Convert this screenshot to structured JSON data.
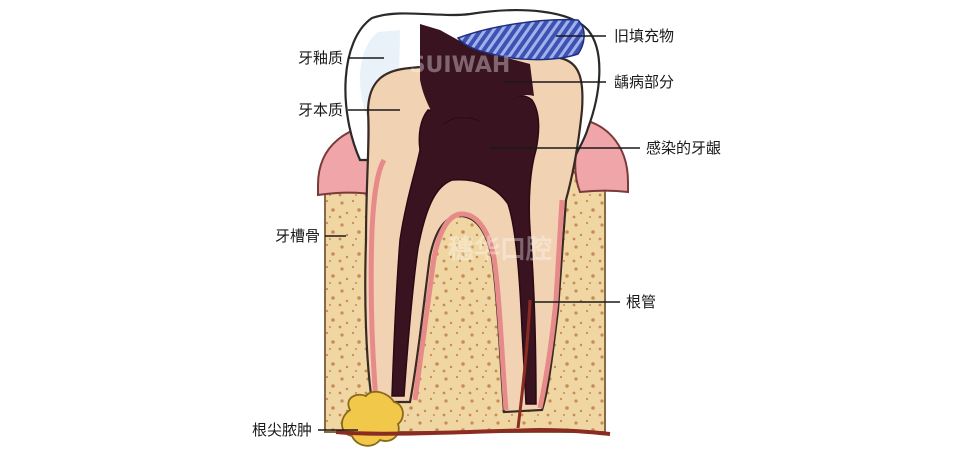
{
  "diagram": {
    "labels": {
      "enamel": "牙釉质",
      "dentin": "牙本质",
      "alveolar_bone": "牙槽骨",
      "periapical_abscess": "根尖脓肿",
      "old_filling": "旧填充物",
      "caries": "龋病部分",
      "infected_gum": "感染的牙龈",
      "root_canal": "根管"
    },
    "watermark": {
      "latin": "SUIWAH",
      "chinese": "穗华口腔"
    }
  }
}
